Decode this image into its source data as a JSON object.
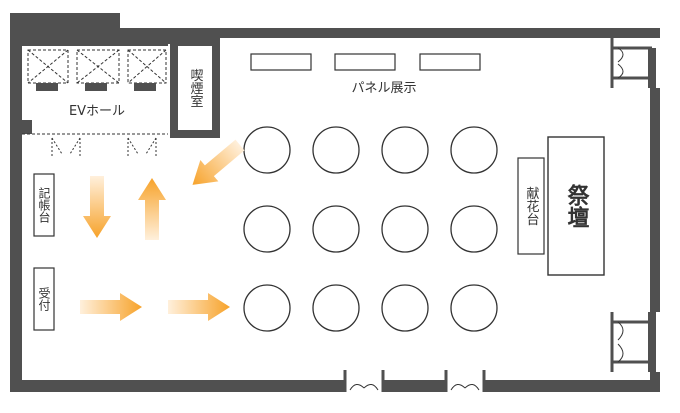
{
  "labels": {
    "ev_hall": "EVホール",
    "smoking_room": "喫煙室",
    "panel_display": "パネル展示",
    "register_desk": "記帳台",
    "reception": "受付",
    "flower_stand": "献花台",
    "altar": "祭壇"
  },
  "seating": {
    "rows": 3,
    "columns": 4,
    "table_count": 12
  },
  "colors": {
    "wall": "#505050",
    "floor": "#ffffff",
    "line": "#333333",
    "arrow_start": "#fff0dc",
    "arrow_end": "#f7a530"
  }
}
